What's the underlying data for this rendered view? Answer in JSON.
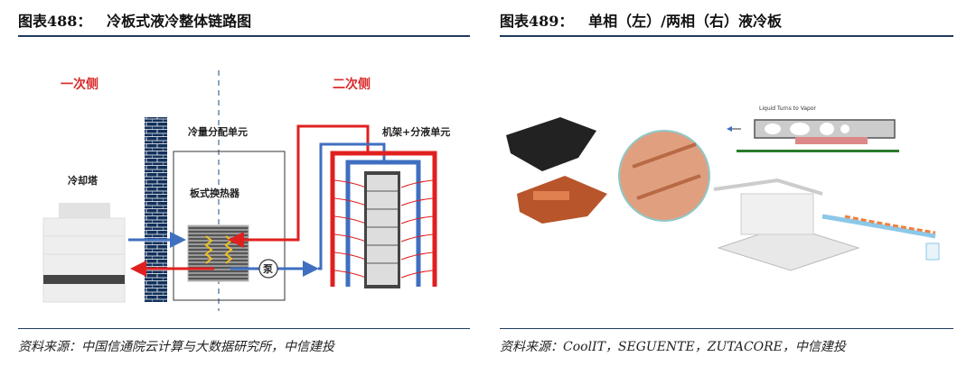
{
  "left_figure": {
    "title": "图表488：   冷板式液冷整体链路图",
    "source": "资料来源：中国信通院云计算与大数据研究所，中信建投",
    "diagram": {
      "primary_side": "一次侧",
      "secondary_side": "二次侧",
      "cdu": "冷量分配单元",
      "cooling_tower": "冷却塔",
      "plate_heat_exchanger": "板式换热器",
      "pump": "泵",
      "rack_manifold": "机架+分液单元"
    }
  },
  "right_figure": {
    "title": "图表489：   单相（左）/两相（右）液冷板",
    "source": "资料来源：CoolIT，SEGUENTE，ZUTACORE，中信建投",
    "vapor_label": "Liquid Turns to Vapor"
  },
  "colors": {
    "rule": "#1f3b5c",
    "hot": "#e0201f",
    "cold": "#3f6fc0",
    "wall": "#12305a",
    "accent_red": "#d92a2a"
  }
}
